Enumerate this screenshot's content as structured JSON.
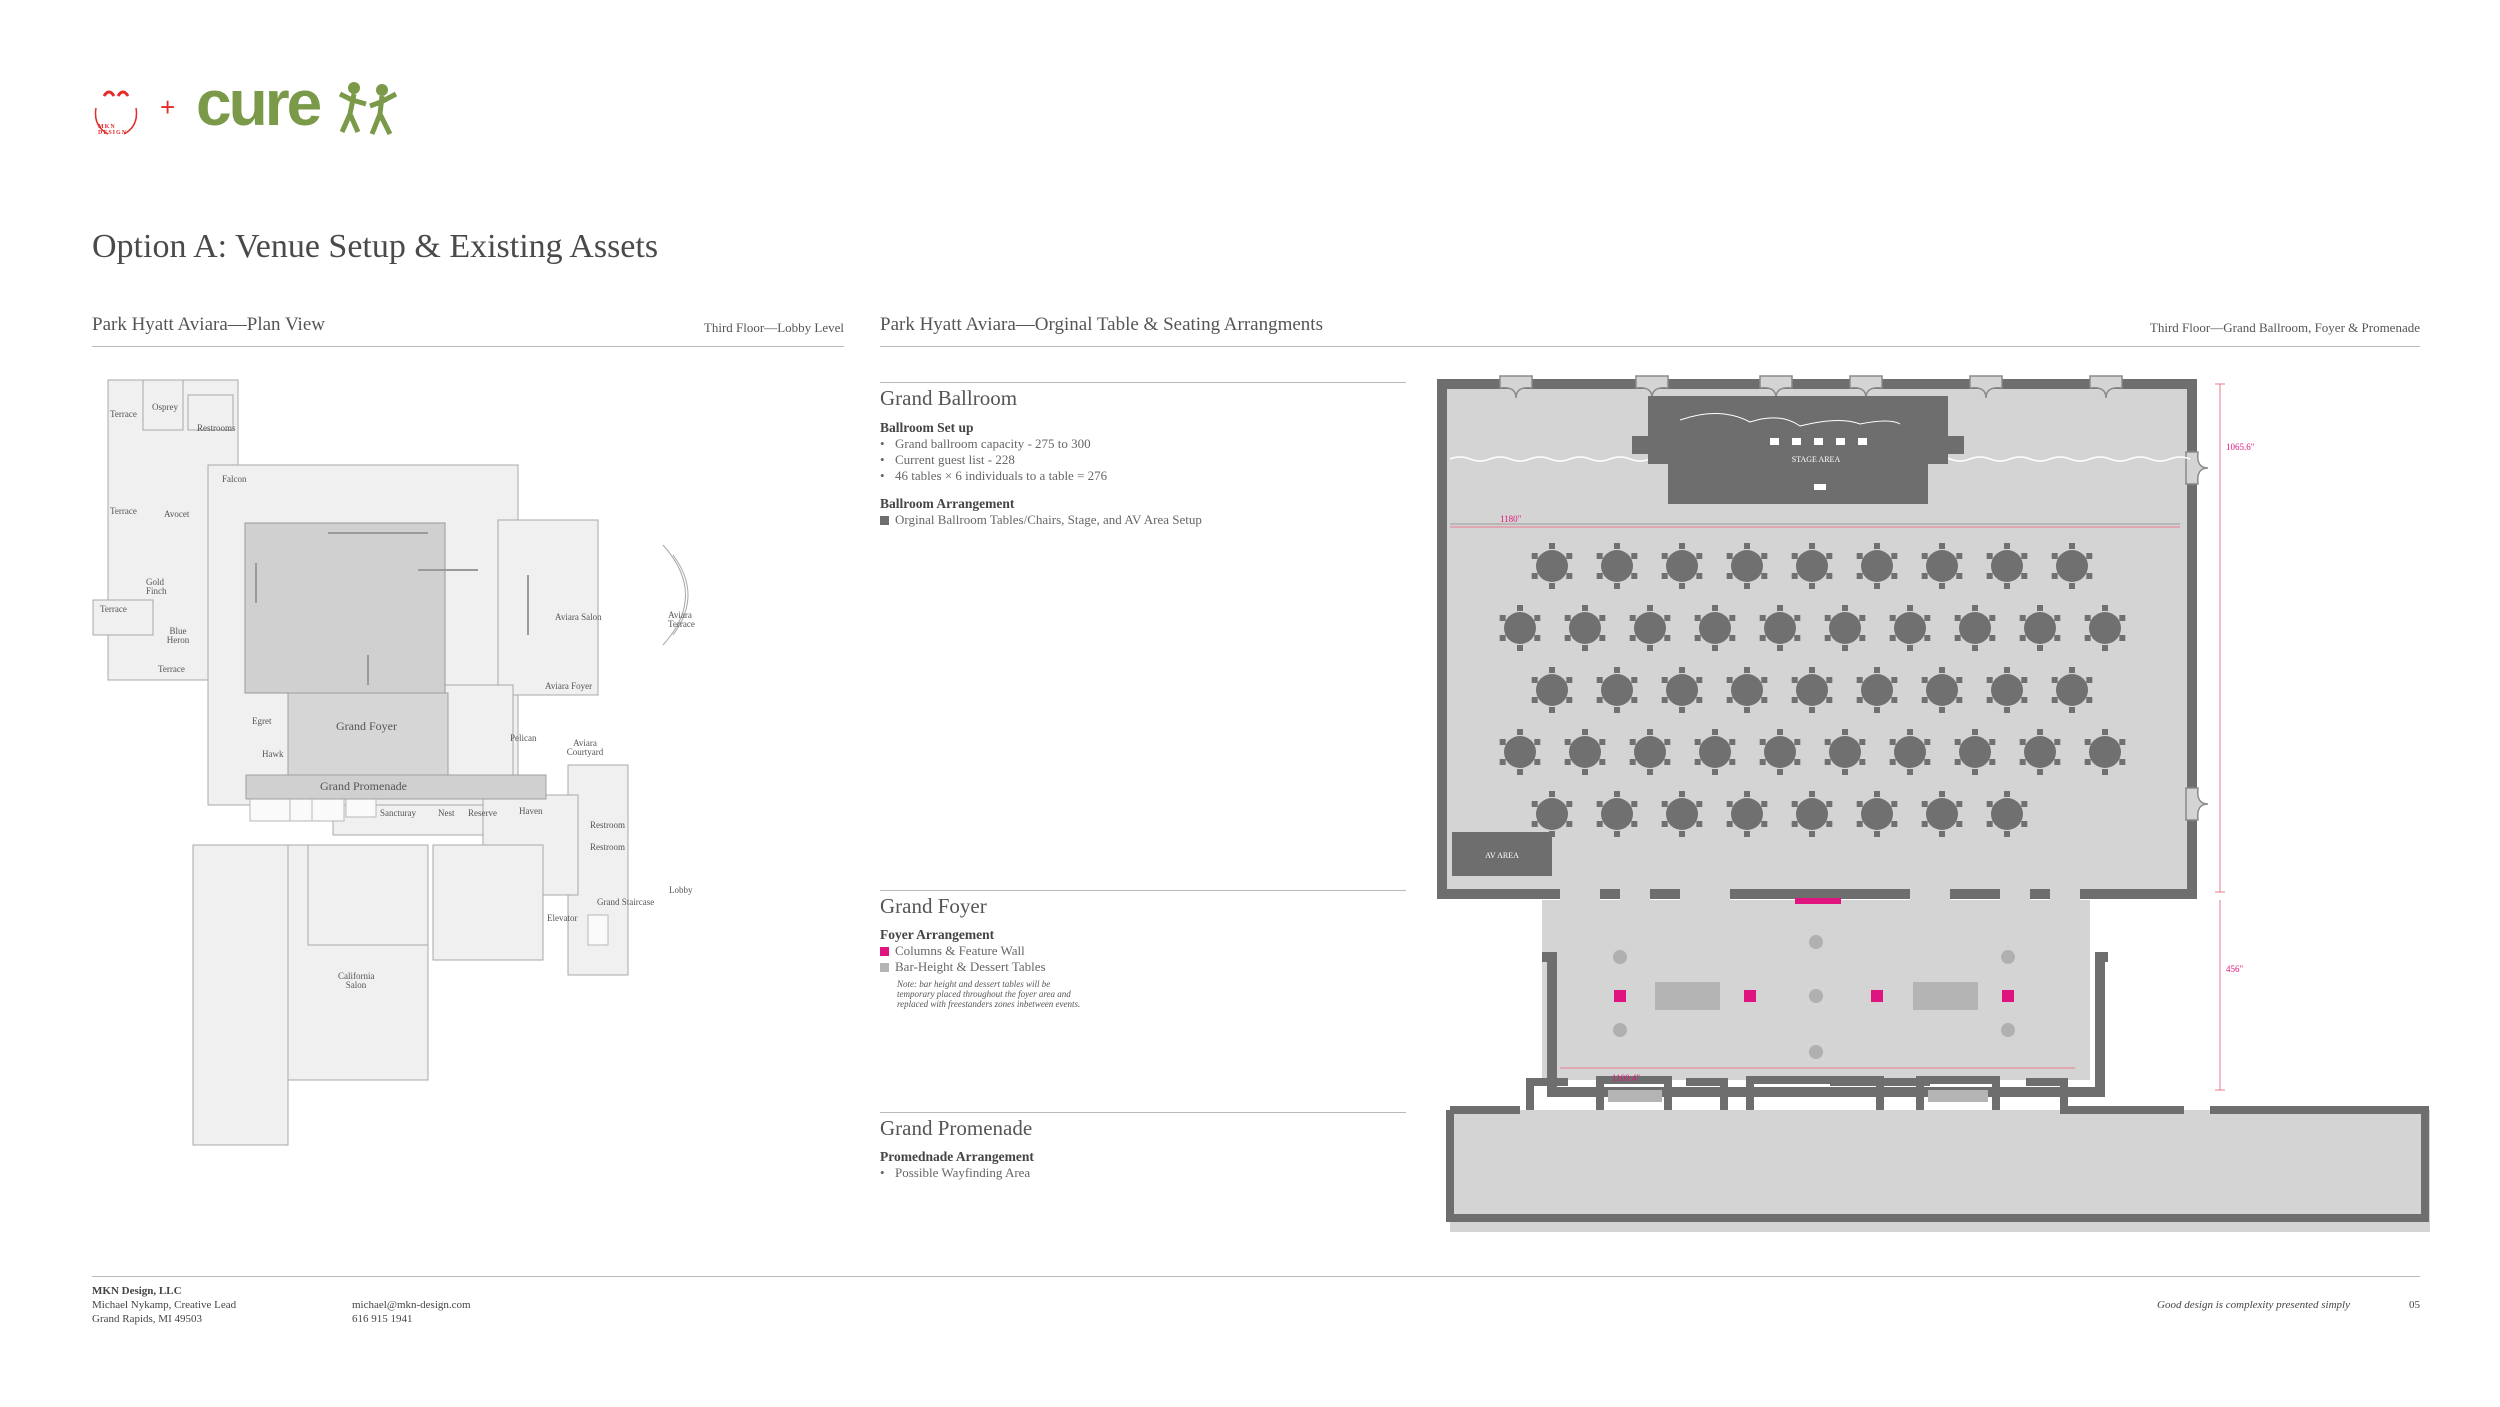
{
  "logos": {
    "mkn_text": "MKN DESIGN",
    "plus": "+",
    "cure_text": "cure"
  },
  "page_title": "Option A: Venue Setup & Existing Assets",
  "left_section": {
    "title": "Park Hyatt Aviara—Plan View",
    "subtitle": "Third Floor—Lobby Level",
    "rooms": {
      "terrace1": "Terrace",
      "osprey": "Osprey",
      "restrooms_top": "Restrooms",
      "falcon": "Falcon",
      "terrace2": "Terrace",
      "avocet": "Avocet",
      "gold_finch": "Gold Finch",
      "terrace3": "Terrace",
      "blue_heron": "Blue Heron",
      "terrace4": "Terrace",
      "egret": "Egret",
      "hawk": "Hawk",
      "grand_foyer": "Grand Foyer",
      "grand_promenade": "Grand Promenade",
      "aviara_salon": "Aviara Salon",
      "aviara_terrace": "Aviara Terrace",
      "aviara_foyer": "Aviara Foyer",
      "pelican": "Pelican",
      "aviara_courtyard": "Aviara Courtyard",
      "sanctuary": "Sancturay",
      "nest": "Nest",
      "reserve": "Reserve",
      "haven": "Haven",
      "restroom1": "Restroom",
      "restroom2": "Restroom",
      "lobby": "Lobby",
      "grand_staircase": "Grand Staircase",
      "elevator": "Elevator",
      "california_salon": "California Salon"
    }
  },
  "right_section": {
    "title": "Park Hyatt Aviara—Orginal Table & Seating Arrangments",
    "subtitle": "Third Floor—Grand Ballroom, Foyer & Promenade"
  },
  "ballroom": {
    "title": "Grand Ballroom",
    "setup_label": "Ballroom Set up",
    "setup_items": [
      "Grand ballroom capacity - 275 to 300",
      "Current guest list - 228",
      "46 tables × 6 individuals to a table = 276"
    ],
    "arrangement_label": "Ballroom Arrangement",
    "arrangement_item": "Orginal Ballroom Tables/Chairs, Stage, and AV Area Setup"
  },
  "foyer": {
    "title": "Grand Foyer",
    "arrangement_label": "Foyer Arrangement",
    "items": [
      "Columns & Feature Wall",
      "Bar-Height & Dessert Tables"
    ],
    "note": "Note: bar height and dessert tables will be temporary placed throughout the foyer area and replaced with freestanders zones inbetween events."
  },
  "promenade": {
    "title": "Grand Promenade",
    "arrangement_label": "Promednade Arrangement",
    "item": "Possible Wayfinding Area"
  },
  "floorplan": {
    "stage_label": "STAGE AREA",
    "av_label": "AV AREA",
    "dim_width": "1180\"",
    "dim_height_ballroom": "1065.6\"",
    "dim_height_foyer": "456\"",
    "dim_foyer_width": "1100.4\"",
    "table_rows": [
      9,
      10,
      9,
      10,
      8
    ],
    "colors": {
      "wall": "#6e6e6e",
      "floor": "#d4d4d4",
      "table": "#707070",
      "accent": "#e0147f",
      "bar": "#b4b4b4",
      "column": "#b0b0b0"
    }
  },
  "footer": {
    "company": "MKN Design, LLC",
    "person": "Michael Nykamp, Creative Lead",
    "city": "Grand Rapids, MI 49503",
    "email": "michael@mkn-design.com",
    "phone": "616 915 1941",
    "tagline": "Good design is complexity presented simply",
    "page_number": "05"
  }
}
